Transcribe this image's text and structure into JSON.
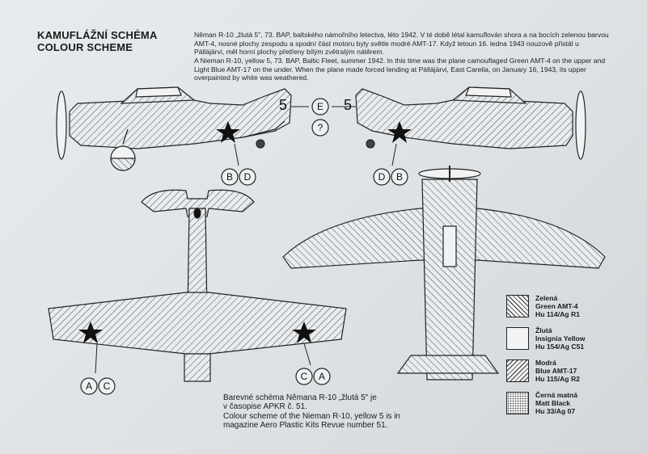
{
  "title": {
    "line1": "KAMUFLÁŽNÍ SCHÉMA",
    "line2": "COLOUR SCHEME"
  },
  "description": {
    "cz": "Něman R-10 „žlutá 5\", 73. BAP, baltského námořního letectva, léto 1942. V té době létal kamuflován shora a na bocích zelenou barvou AMT-4, nosné plochy zespodu a spodní část motoru byly světle modré AMT-17. Když letoun 16. ledna 1943 nouzově přistál u Pälläjärvi, měl horní plochy přetřeny bílým zvětralým nátěrem.",
    "en": "A Nieman R-10, yellow 5, 73. BAP, Baltic Fleet, summer 1942. In this time was the plane camouflaged Green AMT-4 on the upper and Light Blue AMT-17 on the under. When the plane made forced lending at Pälläjärvi, East Carelia, on January 16, 1943, its upper overpainted by white was weathered."
  },
  "callouts": {
    "b": "B",
    "d": "D",
    "e": "E",
    "q": "?",
    "a": "A",
    "c": "C",
    "five": "5"
  },
  "caption": {
    "line1": "Barevné schéma Němana R-10 „žlutá 5\" je",
    "line2": "v časopise APKR č. 51.",
    "line3": "Colour scheme of the Nieman R-10, yellow 5 is in",
    "line4": "magazine Aero Plastic Kits Revue number 51."
  },
  "legend": [
    {
      "l1": "Zelená",
      "l2": "Green AMT-4",
      "l3": "Hu 114/Ag R1",
      "pattern": "green"
    },
    {
      "l1": "Žlutá",
      "l2": "Insignia Yellow",
      "l3": "Hu 154/Ag C51",
      "pattern": "yellow"
    },
    {
      "l1": "Modrá",
      "l2": "Blue AMT-17",
      "l3": "Hu 115/Ag R2",
      "pattern": "blue"
    },
    {
      "l1": "Černá matná",
      "l2": "Matt Black",
      "l3": "Hu 33/Ag 07",
      "pattern": "black"
    }
  ],
  "colors": {
    "paper": "#e3e6e9",
    "ink": "#1a1a1a",
    "star": "#111111"
  }
}
